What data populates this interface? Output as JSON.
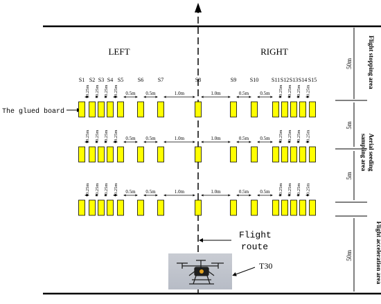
{
  "side_labels": {
    "left": "LEFT",
    "right": "RIGHT"
  },
  "sampler_labels": [
    "S1",
    "S2",
    "S3",
    "S4",
    "S5",
    "S6",
    "S7",
    "S8",
    "S9",
    "S10",
    "S11",
    "S12",
    "S13",
    "S14",
    "S15"
  ],
  "board_label": "The glued board",
  "spacing_labels": {
    "small": "0.25m",
    "medium": "0.5m",
    "large": "1.0m"
  },
  "route_label": {
    "line1": "Flight",
    "line2": "route"
  },
  "drone_label": "T30",
  "zones": [
    {
      "name": "Flight stopping area",
      "size": "50m"
    },
    {
      "name": "Aerial seeding sampling area",
      "size_top": "5m",
      "size_bottom": "5m"
    },
    {
      "name": "Flight acceleration area",
      "size": "50m"
    }
  ],
  "colors": {
    "board_fill": "#ffff00",
    "board_stroke": "#000000",
    "line": "#000000"
  }
}
